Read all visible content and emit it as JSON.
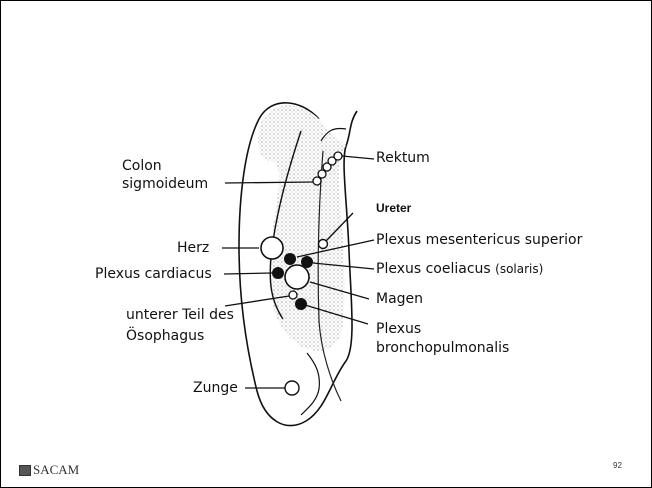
{
  "labels": {
    "rektum": "Rektum",
    "colon_line1": "Colon",
    "colon_line2": "sigmoideum",
    "ureter": "Ureter",
    "plexus_mesentericus": "Plexus mesentericus superior",
    "herz": "Herz",
    "plexus_coeliacus": "Plexus coeliacus",
    "plexus_coeliacus_paren": "(solaris)",
    "plexus_cardiacus": "Plexus cardiacus",
    "magen": "Magen",
    "oesophagus_line1": "unterer Teil des",
    "oesophagus_line2": "Ösophagus",
    "plexus_broncho_line1": "Plexus",
    "plexus_broncho_line2": "bronchopulmonalis",
    "zunge": "Zunge"
  },
  "footer": {
    "logo_text": "SACAM",
    "page_number": "92"
  }
}
